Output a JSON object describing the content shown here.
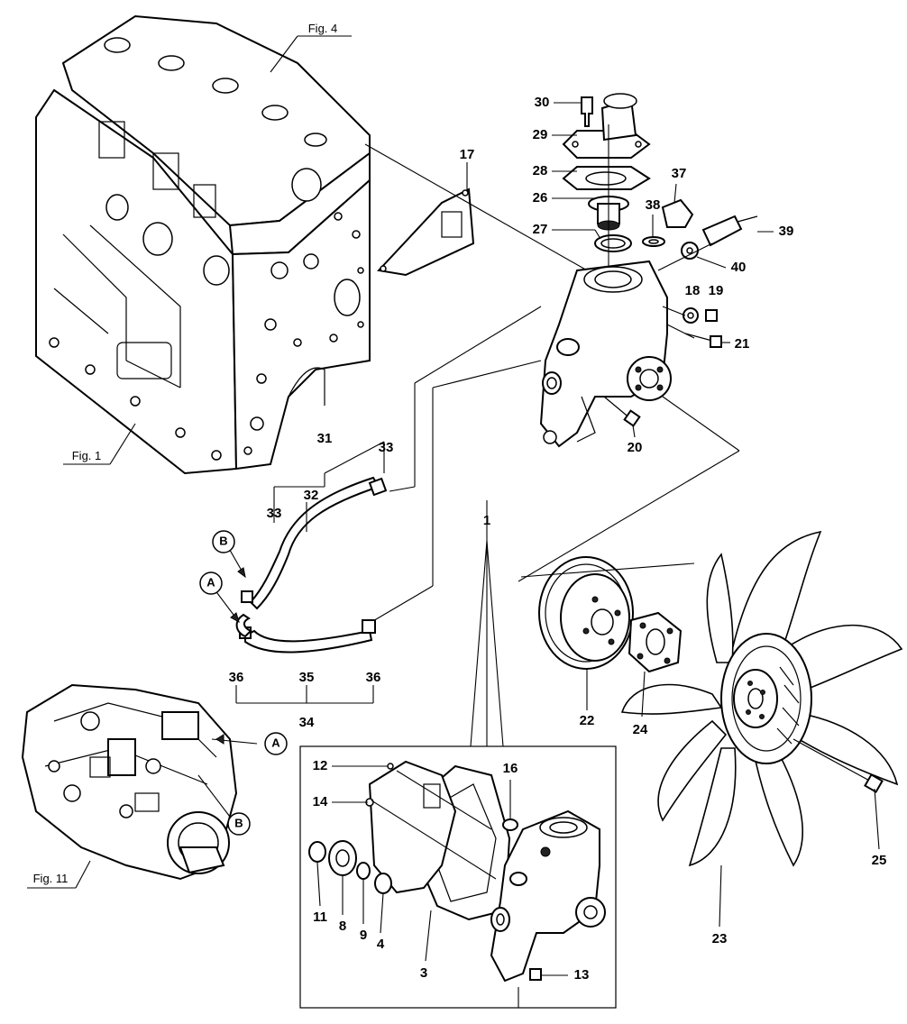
{
  "figure_refs": {
    "fig4": "Fig. 4",
    "fig1": "Fig. 1",
    "fig11": "Fig. 11"
  },
  "markers": {
    "A": "A",
    "B": "B"
  },
  "callouts": {
    "c1": "1",
    "c3": "3",
    "c4": "4",
    "c8": "8",
    "c9": "9",
    "c11": "11",
    "c12": "12",
    "c13": "13",
    "c14": "14",
    "c16": "16",
    "c17": "17",
    "c18": "18",
    "c19": "19",
    "c20": "20",
    "c21": "21",
    "c22": "22",
    "c23": "23",
    "c24": "24",
    "c25": "25",
    "c26": "26",
    "c27": "27",
    "c28": "28",
    "c29": "29",
    "c30": "30",
    "c31": "31",
    "c32": "32",
    "c33a": "33",
    "c33b": "33",
    "c34": "34",
    "c35": "35",
    "c36a": "36",
    "c36b": "36",
    "c37": "37",
    "c38": "38",
    "c39": "39",
    "c40": "40"
  }
}
